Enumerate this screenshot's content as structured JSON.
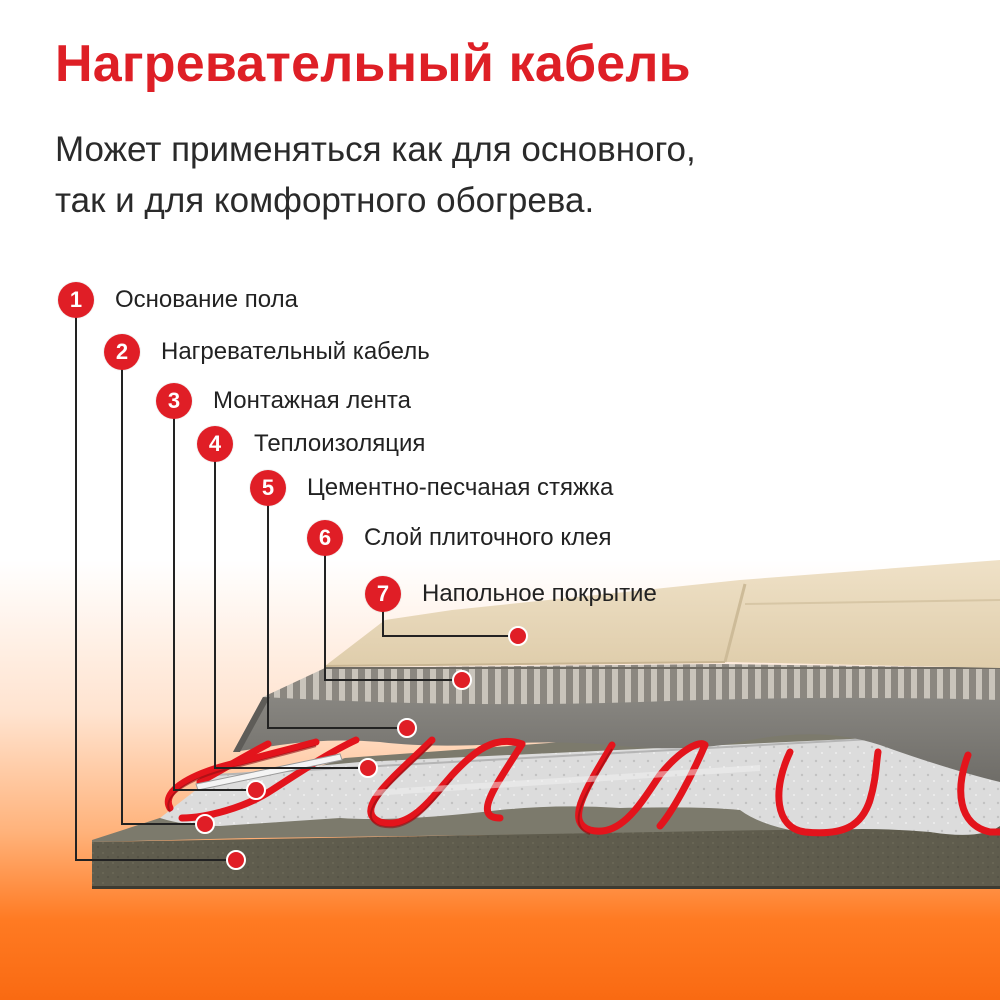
{
  "header": {
    "title": "Нагревательный кабель",
    "subtitle_lines": [
      "Может применяться как для основного,",
      "так и для комфортного обогрева."
    ]
  },
  "layers": [
    {
      "number": "1",
      "label": "Основание пола"
    },
    {
      "number": "2",
      "label": "Нагревательный кабель"
    },
    {
      "number": "3",
      "label": "Монтажная лента"
    },
    {
      "number": "4",
      "label": "Теплоизоляция"
    },
    {
      "number": "5",
      "label": "Цементно-песчаная стяжка"
    },
    {
      "number": "6",
      "label": "Слой плиточного клея"
    },
    {
      "number": "7",
      "label": "Напольное покрытие"
    }
  ],
  "colors": {
    "accent": "#e01e26",
    "title": "#de1f26",
    "text": "#222222",
    "cable": "#e3141c",
    "background_bottom": "#f96a12"
  }
}
